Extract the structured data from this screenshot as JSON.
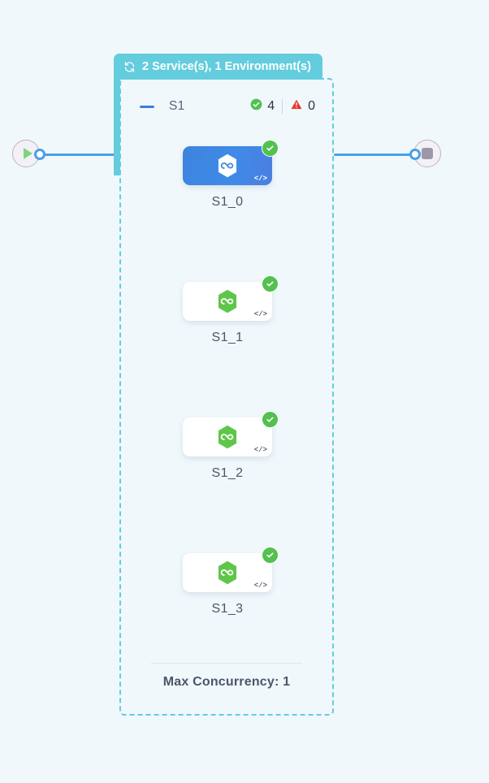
{
  "canvas": {
    "background": "#f0f8fc",
    "edge_color": "#4a9fe8",
    "group_color": "#63cddd",
    "accent_blue": "#3d84dd",
    "success_green": "#52c14f",
    "error_red": "#e74c3c"
  },
  "endpoints": {
    "start": {
      "icon": "play-icon",
      "label": "Start"
    },
    "end": {
      "icon": "stop-icon",
      "label": "End"
    }
  },
  "group": {
    "header_icon": "sync-icon",
    "header_label": "2 Service(s), 1 Environment(s)",
    "collapse_icon": "minus-icon",
    "name": "S1",
    "status": {
      "success_icon": "check-circle-icon",
      "success_count": "4",
      "error_icon": "warning-triangle-icon",
      "error_count": "0"
    },
    "footer_label": "Max Concurrency: 1"
  },
  "nodes": [
    {
      "label": "S1_0",
      "selected": true,
      "icon": "hexagon-infinity-icon",
      "badge_icon": "check-circle-icon",
      "code_glyph": "</>"
    },
    {
      "label": "S1_1",
      "selected": false,
      "icon": "hexagon-infinity-icon",
      "badge_icon": "check-circle-icon",
      "code_glyph": "</>"
    },
    {
      "label": "S1_2",
      "selected": false,
      "icon": "hexagon-infinity-icon",
      "badge_icon": "check-circle-icon",
      "code_glyph": "</>"
    },
    {
      "label": "S1_3",
      "selected": false,
      "icon": "hexagon-infinity-icon",
      "badge_icon": "check-circle-icon",
      "code_glyph": "</>"
    }
  ]
}
